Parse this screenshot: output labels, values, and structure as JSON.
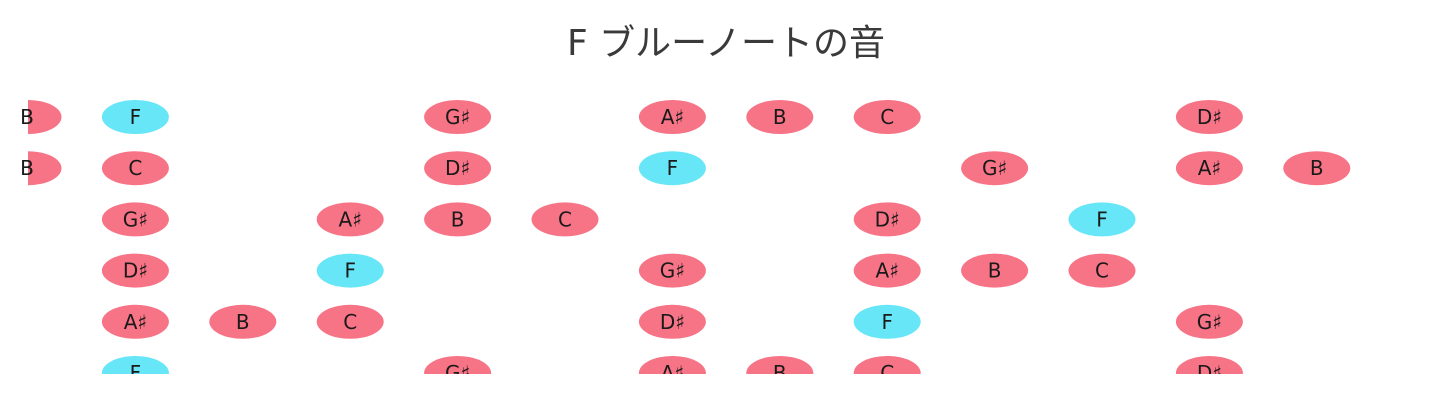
{
  "title": "F ブルーノートの音",
  "colors": {
    "root": "#66e6f7",
    "note": "#f77386",
    "background": "#ffffff",
    "text": "#1a1a1a"
  },
  "fretboard": {
    "strings": [
      {
        "name": "string-1",
        "frets": [
          "B",
          "F",
          "",
          "",
          "G♯",
          "",
          "A♯",
          "B",
          "C",
          "",
          "",
          "D♯",
          "",
          ""
        ]
      },
      {
        "name": "string-2",
        "frets": [
          "B",
          "C",
          "",
          "",
          "D♯",
          "",
          "F",
          "",
          "",
          "G♯",
          "",
          "A♯",
          "B",
          ""
        ]
      },
      {
        "name": "string-3",
        "frets": [
          "",
          "G♯",
          "",
          "A♯",
          "B",
          "C",
          "",
          "",
          "D♯",
          "",
          "F",
          "",
          "",
          ""
        ]
      },
      {
        "name": "string-4",
        "frets": [
          "",
          "D♯",
          "",
          "F",
          "",
          "",
          "G♯",
          "",
          "A♯",
          "B",
          "C",
          "",
          "",
          ""
        ]
      },
      {
        "name": "string-5",
        "frets": [
          "",
          "A♯",
          "B",
          "C",
          "",
          "",
          "D♯",
          "",
          "F",
          "",
          "",
          "G♯",
          "",
          ""
        ]
      },
      {
        "name": "string-6",
        "frets": [
          "",
          "F",
          "",
          "",
          "G♯",
          "",
          "A♯",
          "B",
          "C",
          "",
          "",
          "D♯",
          "",
          ""
        ]
      }
    ],
    "root_note": "F"
  }
}
